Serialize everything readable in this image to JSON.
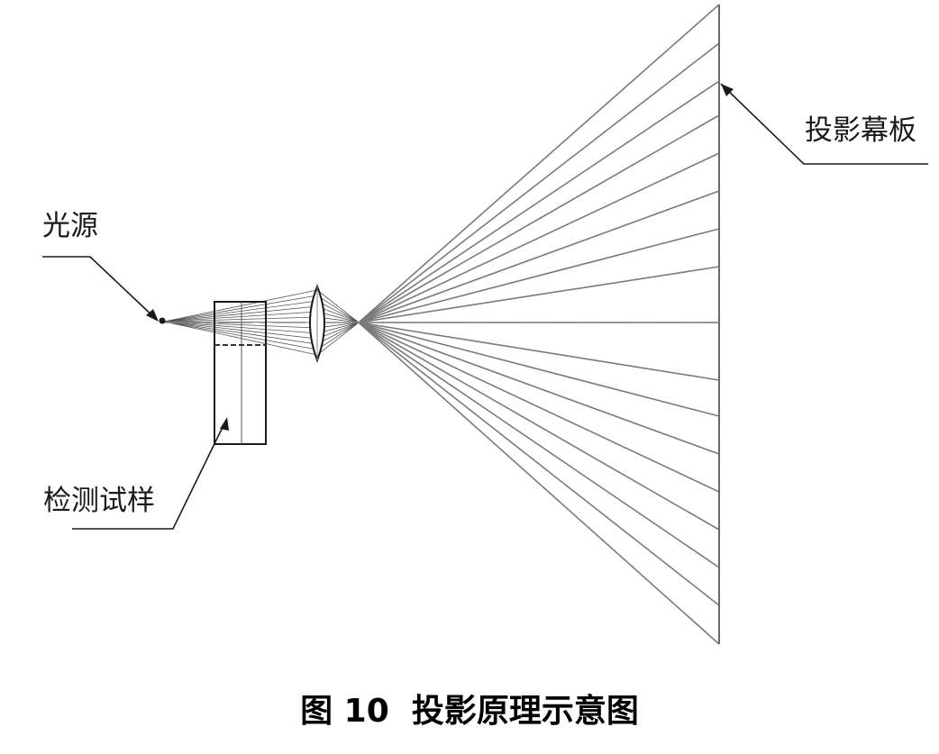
{
  "labels": {
    "screen": "投影幕板",
    "light_source": "光源",
    "specimen": "检测试样"
  },
  "caption": {
    "figure_no": "图 10",
    "title": "投影原理示意图"
  },
  "colors": {
    "ray": "#7a7a7a",
    "outline": "#1a1a1a",
    "axis": "#8a8a8a",
    "text": "#1a1a1a"
  }
}
